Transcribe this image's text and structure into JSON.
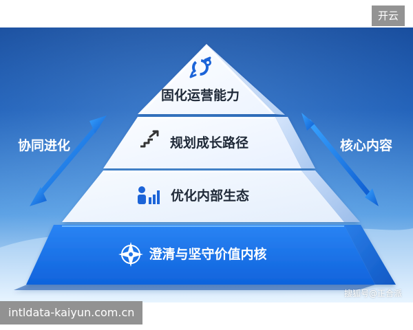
{
  "diagram": {
    "layers": [
      {
        "label": "固化运营能力",
        "icon": "gear-cycle-icon"
      },
      {
        "label": "规划成长路径",
        "icon": "stairs-arrow-icon"
      },
      {
        "label": "优化内部生态",
        "icon": "people-chart-icon"
      },
      {
        "label": "澄清与坚守价值内核",
        "icon": "compass-icon"
      }
    ],
    "left_label": "协同进化",
    "right_label": "核心内容"
  },
  "overlays": {
    "corner_badge": "开云",
    "domain_footer": "intldata-kaiyun.com.cn",
    "source_watermark": "搜狐号@正合派"
  },
  "colors": {
    "background_top": "#174c9e",
    "background_bottom": "#4a90da",
    "layer_light": "#eef4ff",
    "layer_mid": "#d9e7fb",
    "layer_base": "#1f74e8",
    "text_dark": "#1f2937",
    "accent_blue": "#1c64d8"
  }
}
